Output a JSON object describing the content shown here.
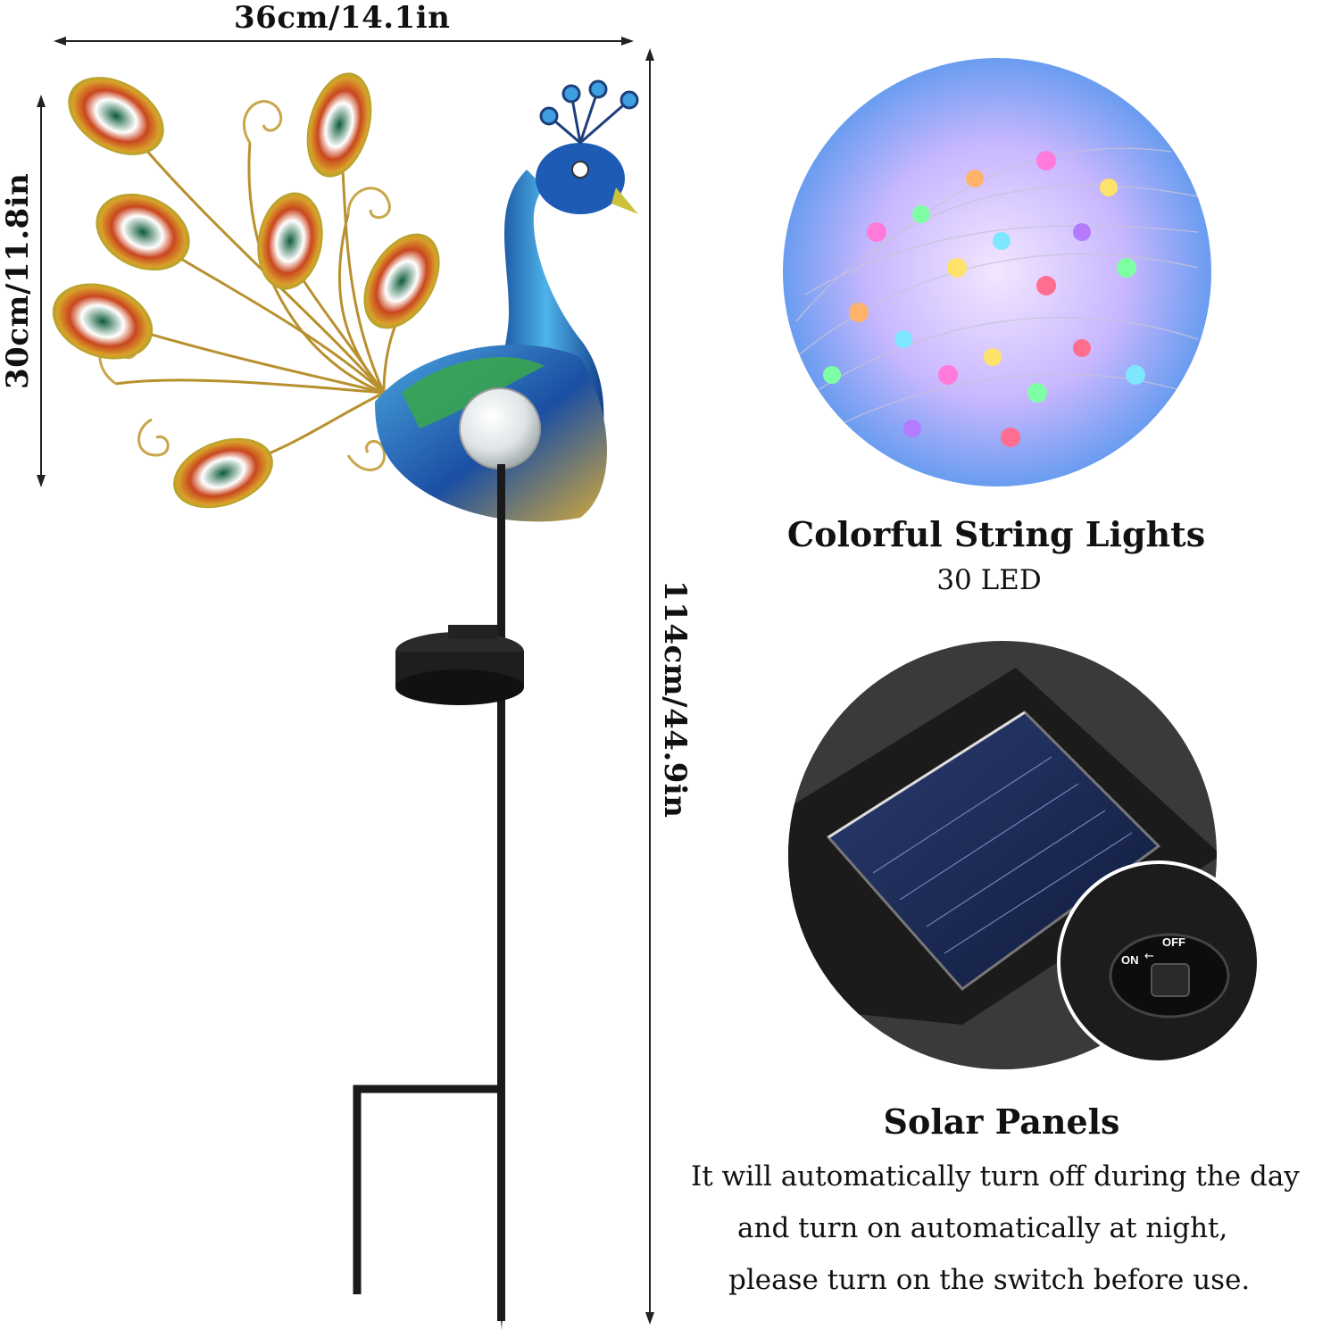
{
  "dimensions": {
    "width_label": "36cm/14.1in",
    "height_label": "30cm/11.8in",
    "total_height_label": "114cm/44.9in"
  },
  "product": {
    "icon": "peacock-solar-stake-icon"
  },
  "string_lights": {
    "title": "Colorful String Lights",
    "subtitle": "30 LED",
    "icon": "colorful-string-lights-icon"
  },
  "solar_panel": {
    "title": "Solar Panels",
    "switch_on": "ON",
    "switch_off": "OFF",
    "description": [
      "It will automatically turn off during the day",
      "and turn on automatically at night,",
      "please turn on the switch before use."
    ],
    "icon": "solar-panel-icon"
  }
}
